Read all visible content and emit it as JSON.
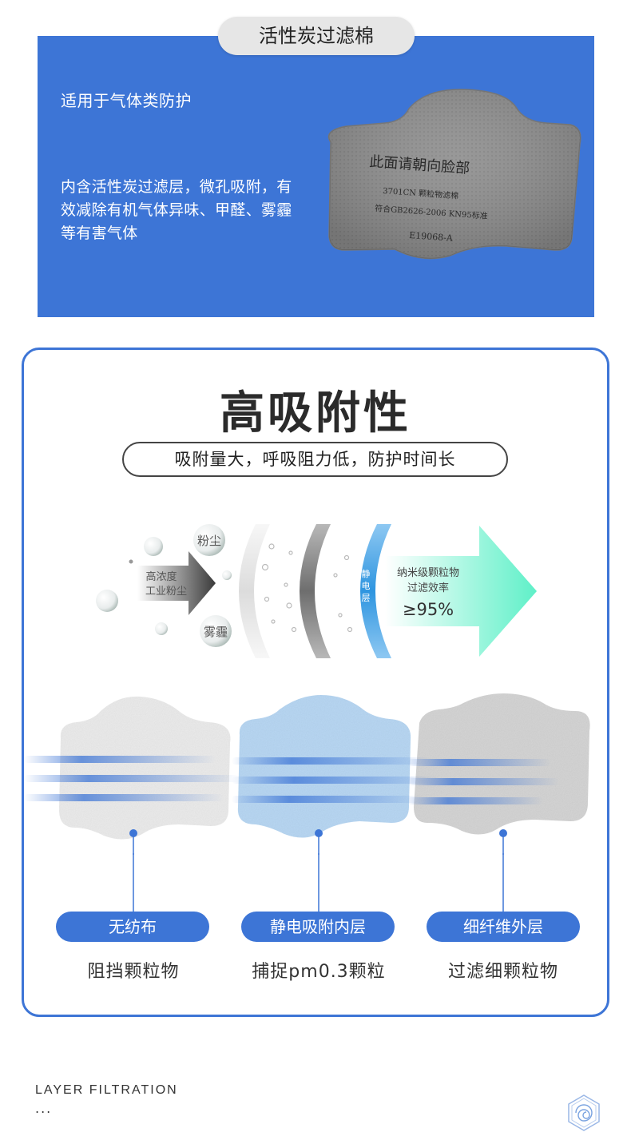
{
  "top": {
    "title": "活性炭过滤棉",
    "subtitle": "适用于气体类防护",
    "description": "内含活性炭过滤层，微孔吸附，有效减除有机气体异味、甲醛、雾霾等有害气体",
    "pad_lines": [
      "此面请朝向脸部",
      "3701CN  颗粒物滤棉",
      "符合GB2626-2006 KN95标准",
      "E19068-A"
    ]
  },
  "card": {
    "title": "高吸附性",
    "subtitle": "吸附量大，呼吸阻力低，防护时间长",
    "flow": {
      "bubble_dust": "粉尘",
      "bubble_haze": "雾霾",
      "source_line1": "高浓度",
      "source_line2": "工业粉尘",
      "layer_label": [
        "静",
        "电",
        "层"
      ],
      "result_line1": "纳米级颗粒物",
      "result_line2": "过滤效率",
      "result_value": "≥95%"
    },
    "layers": [
      {
        "name": "无纺布",
        "desc": "阻挡颗粒物"
      },
      {
        "name": "静电吸附内层",
        "desc": "捕捉pm0.3颗粒"
      },
      {
        "name": "细纤维外层",
        "desc": "过滤细颗粒物"
      }
    ]
  },
  "footer": {
    "text": "LAYER  FILTRATION",
    "dots": "..."
  },
  "colors": {
    "brand_blue": "#3d75d6",
    "pad_gray": "#8c8c8c",
    "arrow_green": "#5ff0c8"
  }
}
